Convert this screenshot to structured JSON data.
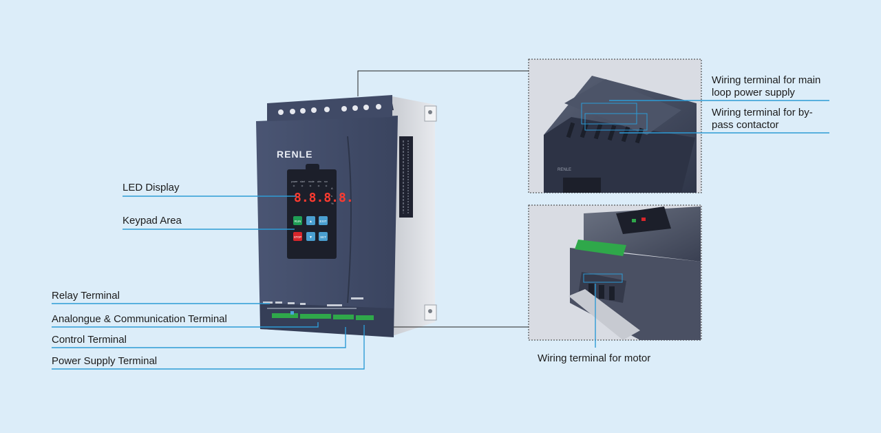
{
  "device": {
    "brand": "RENLE",
    "display_digits": "8.8.8.8.",
    "indicators": [
      "power",
      "start",
      "mode",
      "alm",
      "run"
    ],
    "keys": {
      "run": "RUN",
      "up": "▲",
      "exit": "EXIT",
      "stop": "STOP",
      "down": "▼",
      "set": "SET"
    }
  },
  "callouts": {
    "led_display": "LED Display",
    "keypad_area": "Keypad Area",
    "relay_terminal": "Relay Terminal",
    "analogue_comm_terminal": "Analongue & Communication Terminal",
    "control_terminal": "Control Terminal",
    "power_supply_terminal": "Power Supply Terminal",
    "main_loop_power": "Wiring terminal for main loop power supply",
    "bypass_contactor": "Wiring terminal for by-pass contactor",
    "motor_terminal": "Wiring terminal for motor"
  },
  "colors": {
    "background": "#dcedf9",
    "callout_line": "#2d9bd6",
    "device_body": "#3f4a66",
    "terminal_green": "#2fa84a",
    "run_key": "#1f9d55",
    "stop_key": "#d8262b",
    "aux_key": "#4a9fd0",
    "led_red": "#ff3b30"
  }
}
